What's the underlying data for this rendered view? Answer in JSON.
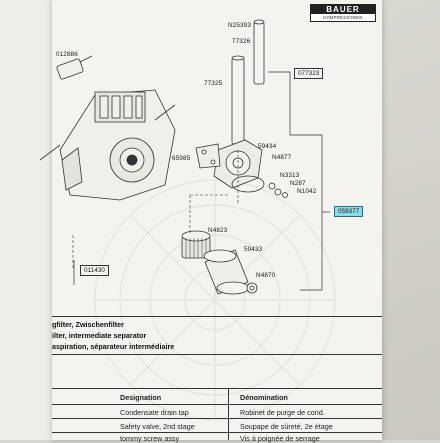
{
  "brand": {
    "name": "BAUER",
    "sub": "KOMPRESSOREN"
  },
  "part_numbers": {
    "p012886": "012886",
    "n25393": "N25393",
    "p77326": "77326",
    "p077323": "077323",
    "p77325": "77325",
    "p65985": "65985",
    "p59434": "59434",
    "n4877": "N4877",
    "n3313": "N3313",
    "n287": "N287",
    "n1042": "N1042",
    "p059377": "059377",
    "n4823": "N4823",
    "p59433": "59433",
    "p011430": "011430",
    "n4870": "N4870"
  },
  "titles": {
    "de": "gfilter, Zwischenfilter",
    "en": "ilter, intermediate separator",
    "fr": "aspiration, séparateur intermédiaire"
  },
  "table": {
    "headers": {
      "designation": "Designation",
      "denomination": "Dénomination"
    },
    "rows": [
      {
        "designation": "Condensate drain tap",
        "denomination": "Robinet de purge de cond."
      },
      {
        "designation": "Safety valve, 2nd stage",
        "denomination": "Soupape de sûreté, 2e étage"
      },
      {
        "designation": "tommy screw assy",
        "denomination": "Vis à poignée de serrage"
      }
    ]
  },
  "colors": {
    "highlight": "#8fd8e6",
    "ink": "#1a1a1a",
    "paper": "#f4f3ef"
  }
}
